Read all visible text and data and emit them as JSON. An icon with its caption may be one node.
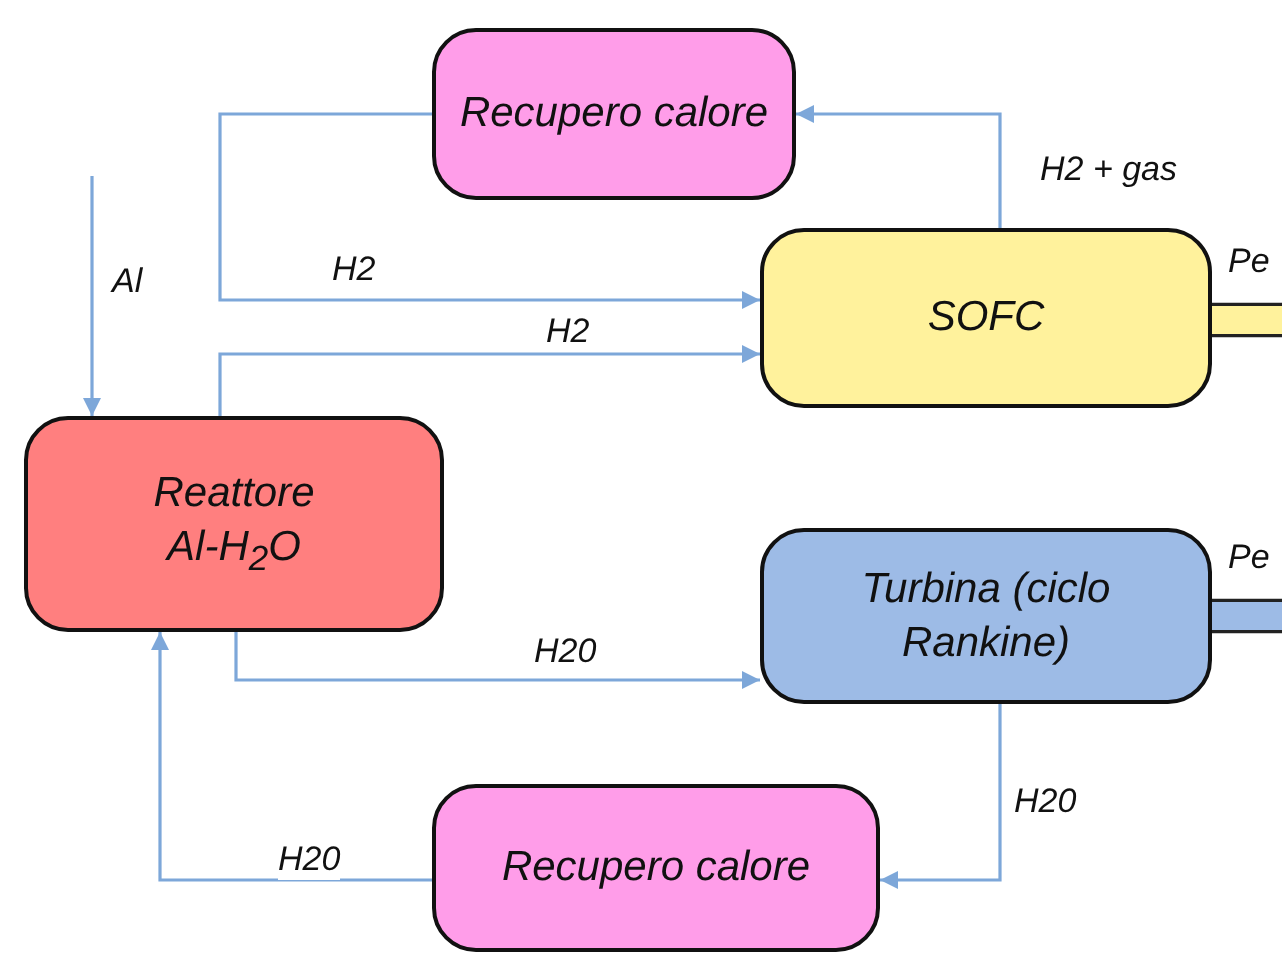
{
  "diagram": {
    "nodes": [
      {
        "text": [
          "Recupero calore"
        ]
      },
      {
        "text": [
          "SOFC"
        ]
      },
      {
        "text": [
          "Reattore Al-H$_{2}$O"
        ]
      },
      {
        "text": [
          "Turbina (ciclo Rankine)"
        ]
      },
      {
        "text": [
          "Recupero calore"
        ]
      }
    ],
    "edges": [
      {
        "from": 1,
        "to": 0,
        "arrow": "to",
        "label": "H2 + gas"
      },
      {
        "from": 0,
        "to": 1,
        "arrow": "to",
        "label": "H2"
      },
      {
        "from": null,
        "to": 2,
        "arrow": "to",
        "label": "Al"
      },
      {
        "from": 2,
        "to": 1,
        "arrow": "to",
        "label": "H2"
      },
      {
        "from": 2,
        "to": 3,
        "arrow": "to",
        "label": "H20"
      },
      {
        "from": 3,
        "to": 4,
        "arrow": "to",
        "label": "H20"
      },
      {
        "from": 4,
        "to": 2,
        "arrow": "to",
        "label": "H20"
      },
      {
        "from": 1,
        "to": null,
        "arrow": "none",
        "label": "Pe",
        "style": "thick",
        "color": "#fff29c"
      },
      {
        "from": 3,
        "to": null,
        "arrow": "none",
        "label": "Pe",
        "style": "thick",
        "color": "#9dbbe6"
      }
    ]
  }
}
